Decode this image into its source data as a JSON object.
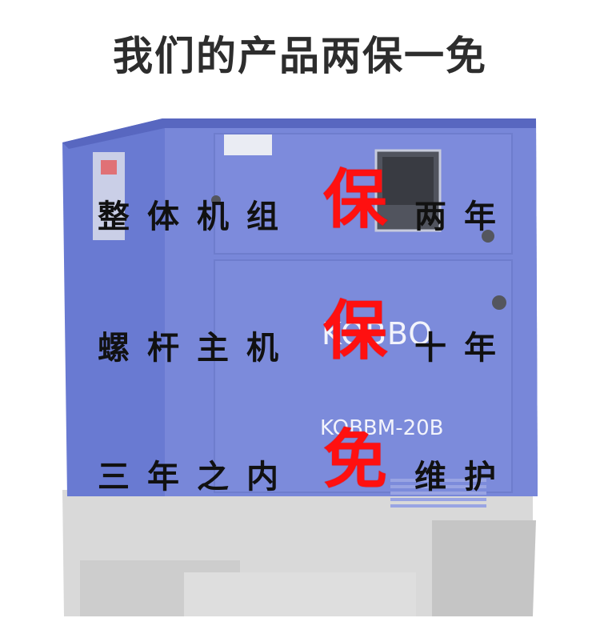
{
  "title": "我们的产品两保一免",
  "rows": [
    {
      "left": "整体机组",
      "emphasis": "保",
      "right": "两年"
    },
    {
      "left": "螺杆主机",
      "emphasis": "保",
      "right": "十年"
    },
    {
      "left": "三年之内",
      "emphasis": "免",
      "right": "维护"
    }
  ],
  "machine": {
    "brand": "KOBBO",
    "model": "KOBBM-20B"
  },
  "colors": {
    "body": "#4a5fd0",
    "emphasis": "#ff1010",
    "base": "#cfcfcf"
  }
}
